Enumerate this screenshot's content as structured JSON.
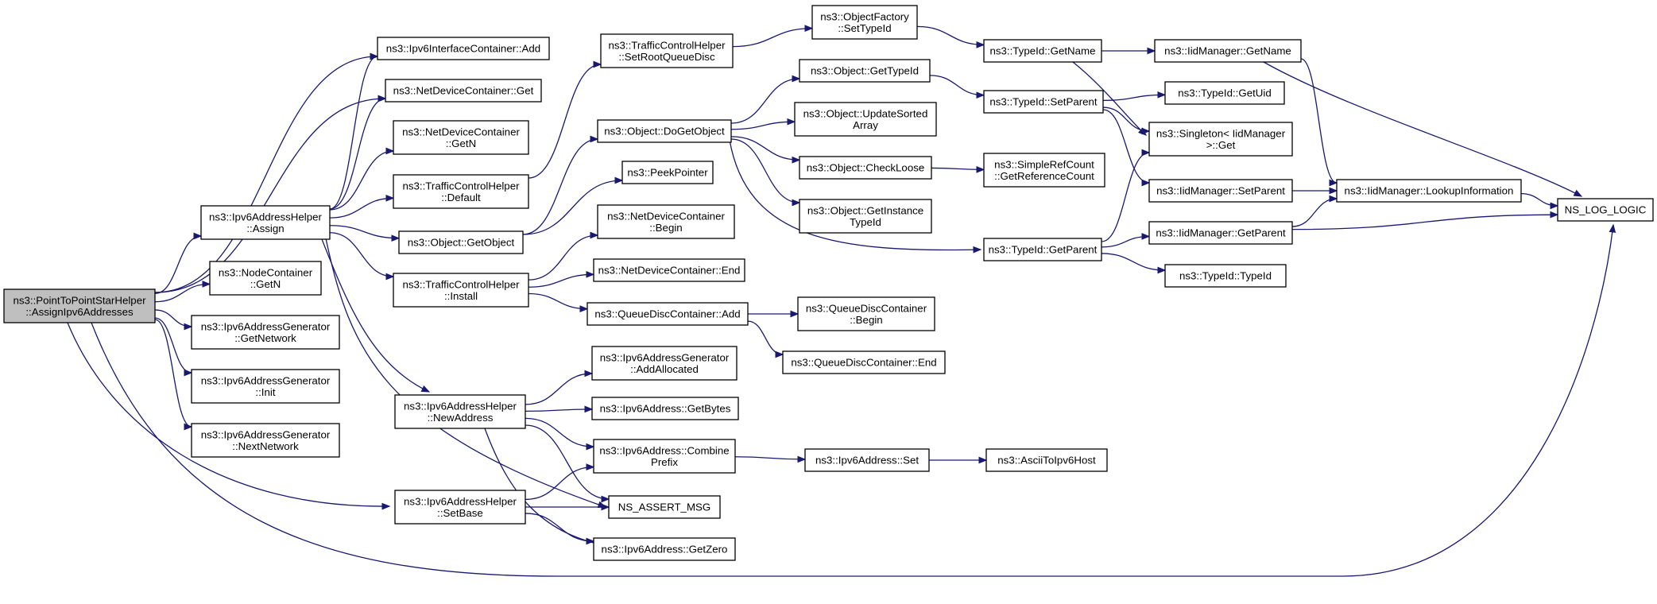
{
  "graph": {
    "root": "pt_assign",
    "nodes": [
      {
        "id": "pt_assign",
        "lines": [
          "ns3::PointToPointStarHelper",
          "::AssignIpv6Addresses"
        ]
      },
      {
        "id": "ifc_add",
        "lines": [
          "ns3::Ipv6InterfaceContainer::Add"
        ]
      },
      {
        "id": "ndc_get",
        "lines": [
          "ns3::NetDeviceContainer::Get"
        ]
      },
      {
        "id": "ndc_getn",
        "lines": [
          "ns3::NetDeviceContainer",
          "::GetN"
        ]
      },
      {
        "id": "tch_default",
        "lines": [
          "ns3::TrafficControlHelper",
          "::Default"
        ]
      },
      {
        "id": "v6h_assign",
        "lines": [
          "ns3::Ipv6AddressHelper",
          "::Assign"
        ]
      },
      {
        "id": "obj_getobject",
        "lines": [
          "ns3::Object::GetObject"
        ]
      },
      {
        "id": "tch_install",
        "lines": [
          "ns3::TrafficControlHelper",
          "::Install"
        ]
      },
      {
        "id": "nc_getn",
        "lines": [
          "ns3::NodeContainer",
          "::GetN"
        ]
      },
      {
        "id": "gen_getnetwork",
        "lines": [
          "ns3::Ipv6AddressGenerator",
          "::GetNetwork"
        ]
      },
      {
        "id": "gen_init",
        "lines": [
          "ns3::Ipv6AddressGenerator",
          "::Init"
        ]
      },
      {
        "id": "gen_nextnetwork",
        "lines": [
          "ns3::Ipv6AddressGenerator",
          "::NextNetwork"
        ]
      },
      {
        "id": "v6h_newaddress",
        "lines": [
          "ns3::Ipv6AddressHelper",
          "::NewAddress"
        ]
      },
      {
        "id": "v6h_setbase",
        "lines": [
          "ns3::Ipv6AddressHelper",
          "::SetBase"
        ]
      },
      {
        "id": "tch_setroot",
        "lines": [
          "ns3::TrafficControlHelper",
          "::SetRootQueueDisc"
        ]
      },
      {
        "id": "obj_dogetobject",
        "lines": [
          "ns3::Object::DoGetObject"
        ]
      },
      {
        "id": "peekpointer",
        "lines": [
          "ns3::PeekPointer"
        ]
      },
      {
        "id": "ndc_begin",
        "lines": [
          "ns3::NetDeviceContainer",
          "::Begin"
        ]
      },
      {
        "id": "ndc_end",
        "lines": [
          "ns3::NetDeviceContainer::End"
        ]
      },
      {
        "id": "qdc_add",
        "lines": [
          "ns3::QueueDiscContainer::Add"
        ]
      },
      {
        "id": "gen_addallocated",
        "lines": [
          "ns3::Ipv6AddressGenerator",
          "::AddAllocated"
        ]
      },
      {
        "id": "v6_getbytes",
        "lines": [
          "ns3::Ipv6Address::GetBytes"
        ]
      },
      {
        "id": "v6_combine",
        "lines": [
          "ns3::Ipv6Address::Combine",
          "Prefix"
        ]
      },
      {
        "id": "assert_msg",
        "lines": [
          "NS_ASSERT_MSG"
        ]
      },
      {
        "id": "v6_getzero",
        "lines": [
          "ns3::Ipv6Address::GetZero"
        ]
      },
      {
        "id": "objfactory_settypeid",
        "lines": [
          "ns3::ObjectFactory",
          "::SetTypeId"
        ]
      },
      {
        "id": "obj_gettypeid",
        "lines": [
          "ns3::Object::GetTypeId"
        ]
      },
      {
        "id": "obj_updatesorted",
        "lines": [
          "ns3::Object::UpdateSorted",
          "Array"
        ]
      },
      {
        "id": "obj_checkloose",
        "lines": [
          "ns3::Object::CheckLoose"
        ]
      },
      {
        "id": "obj_getinstance",
        "lines": [
          "ns3::Object::GetInstance",
          "TypeId"
        ]
      },
      {
        "id": "qdc_begin",
        "lines": [
          "ns3::QueueDiscContainer",
          "::Begin"
        ]
      },
      {
        "id": "qdc_end",
        "lines": [
          "ns3::QueueDiscContainer::End"
        ]
      },
      {
        "id": "v6_set",
        "lines": [
          "ns3::Ipv6Address::Set"
        ]
      },
      {
        "id": "tid_getname",
        "lines": [
          "ns3::TypeId::GetName"
        ]
      },
      {
        "id": "tid_setparent",
        "lines": [
          "ns3::TypeId::SetParent"
        ]
      },
      {
        "id": "srefcount",
        "lines": [
          "ns3::SimpleRefCount",
          "::GetReferenceCount"
        ]
      },
      {
        "id": "tid_getparent",
        "lines": [
          "ns3::TypeId::GetParent"
        ]
      },
      {
        "id": "asciitoipv6",
        "lines": [
          "ns3::AsciiToIpv6Host"
        ]
      },
      {
        "id": "iidm_getname",
        "lines": [
          "ns3::IidManager::GetName"
        ]
      },
      {
        "id": "tid_getuid",
        "lines": [
          "ns3::TypeId::GetUid"
        ]
      },
      {
        "id": "singleton_get",
        "lines": [
          "ns3::Singleton< IidManager",
          ">::Get"
        ]
      },
      {
        "id": "iidm_setparent",
        "lines": [
          "ns3::IidManager::SetParent"
        ]
      },
      {
        "id": "iidm_getparent",
        "lines": [
          "ns3::IidManager::GetParent"
        ]
      },
      {
        "id": "tid_typeid",
        "lines": [
          "ns3::TypeId::TypeId"
        ]
      },
      {
        "id": "iidm_lookup",
        "lines": [
          "ns3::IidManager::LookupInformation"
        ]
      },
      {
        "id": "ns_log_logic",
        "lines": [
          "NS_LOG_LOGIC"
        ]
      }
    ],
    "edges": [
      [
        "pt_assign",
        "ifc_add"
      ],
      [
        "pt_assign",
        "ndc_get"
      ],
      [
        "pt_assign",
        "v6h_assign"
      ],
      [
        "pt_assign",
        "nc_getn"
      ],
      [
        "pt_assign",
        "gen_getnetwork"
      ],
      [
        "pt_assign",
        "gen_init"
      ],
      [
        "pt_assign",
        "gen_nextnetwork"
      ],
      [
        "pt_assign",
        "v6h_setbase"
      ],
      [
        "pt_assign",
        "ns_log_logic"
      ],
      [
        "v6h_assign",
        "ifc_add"
      ],
      [
        "v6h_assign",
        "ndc_get"
      ],
      [
        "v6h_assign",
        "ndc_getn"
      ],
      [
        "v6h_assign",
        "tch_default"
      ],
      [
        "v6h_assign",
        "obj_getobject"
      ],
      [
        "v6h_assign",
        "tch_install"
      ],
      [
        "v6h_assign",
        "v6h_newaddress"
      ],
      [
        "v6h_assign",
        "assert_msg"
      ],
      [
        "tch_default",
        "tch_setroot"
      ],
      [
        "obj_getobject",
        "obj_dogetobject"
      ],
      [
        "obj_getobject",
        "peekpointer"
      ],
      [
        "tch_install",
        "ndc_begin"
      ],
      [
        "tch_install",
        "ndc_end"
      ],
      [
        "tch_install",
        "qdc_add"
      ],
      [
        "v6h_newaddress",
        "gen_addallocated"
      ],
      [
        "v6h_newaddress",
        "v6_getbytes"
      ],
      [
        "v6h_newaddress",
        "v6_combine"
      ],
      [
        "v6h_newaddress",
        "assert_msg"
      ],
      [
        "v6h_newaddress",
        "v6_getzero"
      ],
      [
        "v6h_setbase",
        "v6_combine"
      ],
      [
        "v6h_setbase",
        "assert_msg"
      ],
      [
        "v6h_setbase",
        "v6_getzero"
      ],
      [
        "tch_setroot",
        "objfactory_settypeid"
      ],
      [
        "obj_dogetobject",
        "obj_gettypeid"
      ],
      [
        "obj_dogetobject",
        "obj_updatesorted"
      ],
      [
        "obj_dogetobject",
        "obj_checkloose"
      ],
      [
        "obj_dogetobject",
        "obj_getinstance"
      ],
      [
        "obj_dogetobject",
        "tid_getparent"
      ],
      [
        "qdc_add",
        "qdc_begin"
      ],
      [
        "qdc_add",
        "qdc_end"
      ],
      [
        "v6_combine",
        "v6_set"
      ],
      [
        "v6_set",
        "asciitoipv6"
      ],
      [
        "objfactory_settypeid",
        "tid_getname"
      ],
      [
        "obj_gettypeid",
        "tid_setparent"
      ],
      [
        "obj_checkloose",
        "srefcount"
      ],
      [
        "tid_getname",
        "iidm_getname"
      ],
      [
        "tid_getname",
        "singleton_get"
      ],
      [
        "tid_setparent",
        "tid_getuid"
      ],
      [
        "tid_setparent",
        "singleton_get"
      ],
      [
        "tid_setparent",
        "iidm_setparent"
      ],
      [
        "tid_getparent",
        "singleton_get"
      ],
      [
        "tid_getparent",
        "iidm_getparent"
      ],
      [
        "tid_getparent",
        "tid_typeid"
      ],
      [
        "iidm_getname",
        "iidm_lookup"
      ],
      [
        "iidm_getname",
        "ns_log_logic"
      ],
      [
        "iidm_setparent",
        "iidm_lookup"
      ],
      [
        "iidm_getparent",
        "iidm_lookup"
      ],
      [
        "iidm_getparent",
        "ns_log_logic"
      ],
      [
        "iidm_lookup",
        "ns_log_logic"
      ]
    ]
  }
}
